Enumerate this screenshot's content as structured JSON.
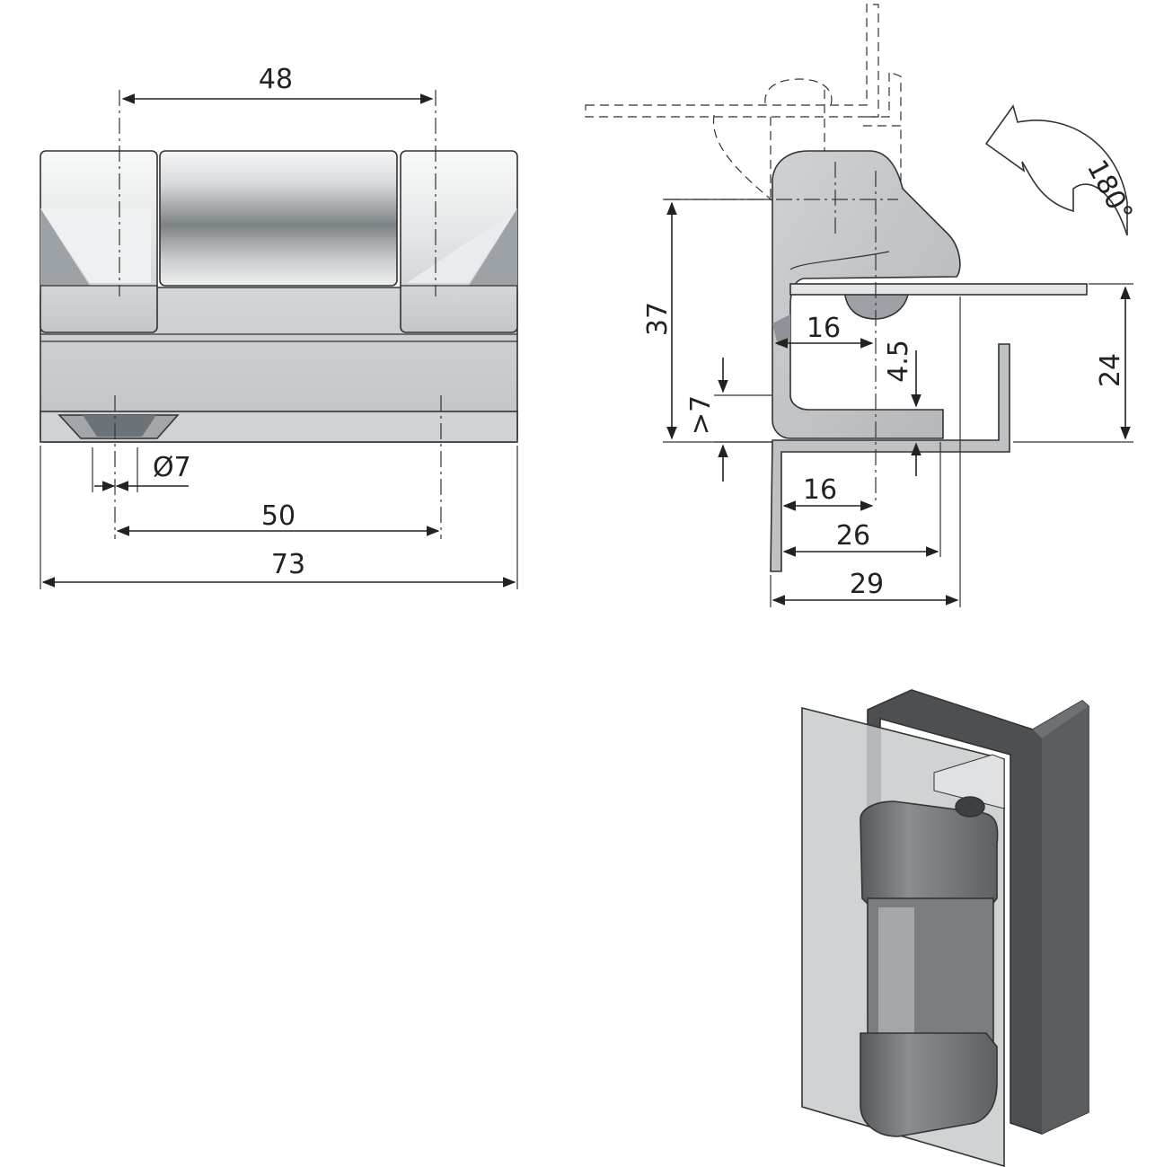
{
  "front_view": {
    "dims": {
      "pin_spacing": "48",
      "hole_diameter": "Ø7",
      "hole_spacing": "50",
      "overall_width": "73"
    }
  },
  "side_view": {
    "dims": {
      "height": "37",
      "lever_offset": "16",
      "gap": "4.5",
      "min_thickness": ">7",
      "right_height": "24",
      "base_16": "16",
      "base_26": "26",
      "base_29": "29"
    },
    "rotation_label": "180°"
  },
  "iso_view": {
    "colors": {
      "hinge": "#6e7275",
      "panel": "#c8cbcd",
      "frame": "#4c5053"
    }
  },
  "colors": {
    "ink": "#222222",
    "metal_light": "#e6e8ea",
    "metal_mid": "#b9bcbf",
    "metal_dark": "#7e8387"
  }
}
